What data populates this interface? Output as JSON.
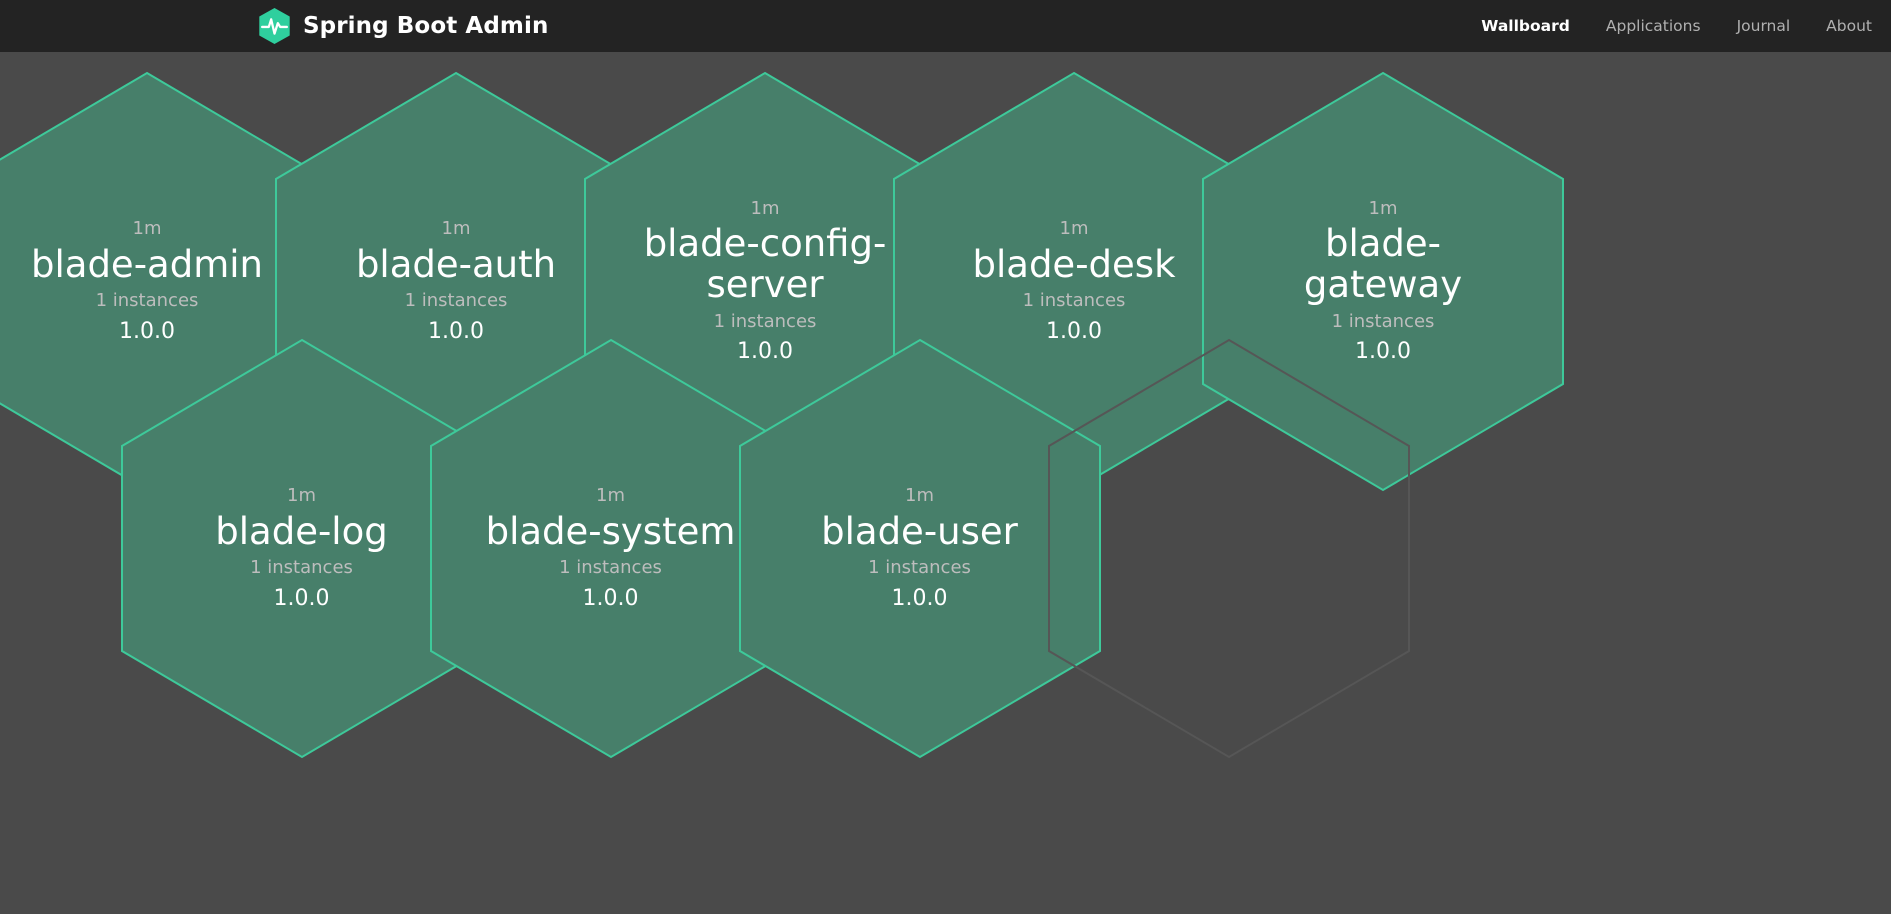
{
  "navbar": {
    "brand": {
      "title": "Spring Boot Admin",
      "logo_icon": "heartbeat-hexagon-icon",
      "logo_color": "#2fcf9e"
    },
    "links": [
      {
        "label": "Wallboard",
        "active": true
      },
      {
        "label": "Applications",
        "active": false
      },
      {
        "label": "Journal",
        "active": false
      },
      {
        "label": "About",
        "active": false
      }
    ]
  },
  "colors": {
    "navbar_background": "#232323",
    "page_background": "#4a4a4a",
    "hex_fill_up": "#477f6a",
    "hex_border_up": "#3ec99a",
    "hex_border_empty": "#565656",
    "text_primary": "#ffffff",
    "text_muted": "#bdbdbd"
  },
  "wallboard": {
    "applications": [
      {
        "uptime": "1m",
        "name": "blade-admin",
        "instances": "1 instances",
        "version": "1.0.0",
        "status": "up"
      },
      {
        "uptime": "1m",
        "name": "blade-auth",
        "instances": "1 instances",
        "version": "1.0.0",
        "status": "up"
      },
      {
        "uptime": "1m",
        "name": "blade-config-server",
        "instances": "1 instances",
        "version": "1.0.0",
        "status": "up"
      },
      {
        "uptime": "1m",
        "name": "blade-desk",
        "instances": "1 instances",
        "version": "1.0.0",
        "status": "up"
      },
      {
        "uptime": "1m",
        "name": "blade-gateway",
        "instances": "1 instances",
        "version": "1.0.0",
        "status": "up"
      },
      {
        "uptime": "1m",
        "name": "blade-log",
        "instances": "1 instances",
        "version": "1.0.0",
        "status": "up"
      },
      {
        "uptime": "1m",
        "name": "blade-system",
        "instances": "1 instances",
        "version": "1.0.0",
        "status": "up"
      },
      {
        "uptime": "1m",
        "name": "blade-user",
        "instances": "1 instances",
        "version": "1.0.0",
        "status": "up"
      }
    ],
    "placeholder_count": 1
  }
}
